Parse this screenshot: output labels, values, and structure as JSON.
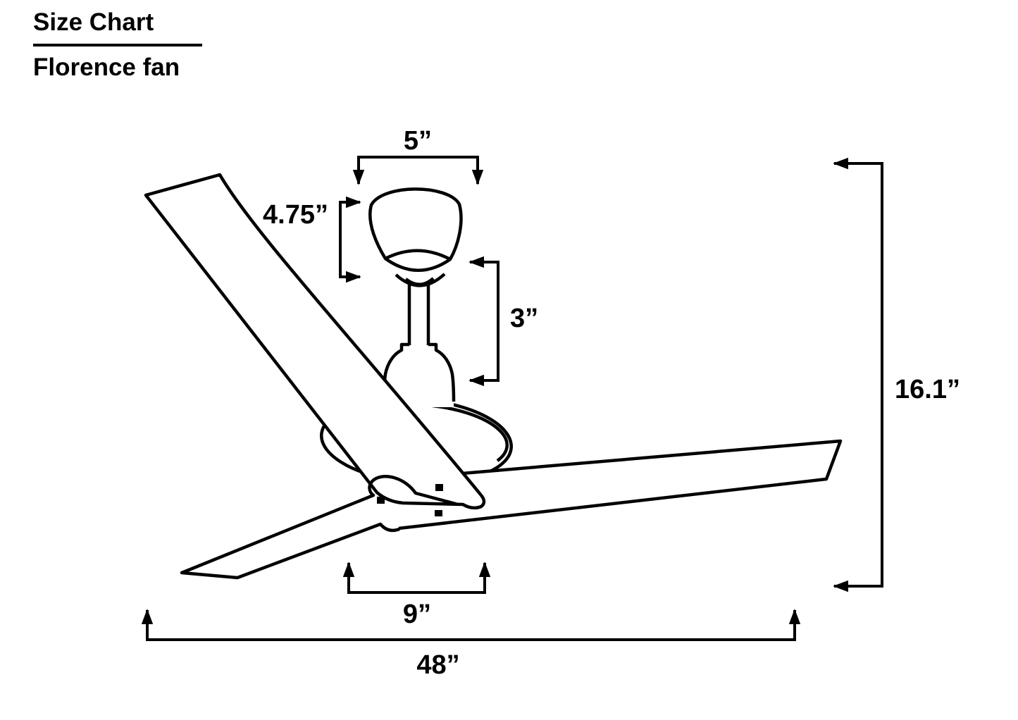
{
  "title": {
    "heading": "Size Chart",
    "subheading": "Florence fan"
  },
  "diagram": {
    "type": "ceiling-fan-size-diagram",
    "blade_count": 3
  },
  "dimensions": {
    "canopy_width": "5”",
    "canopy_height": "4.75”",
    "downrod_length": "3”",
    "overall_height": "16.1”",
    "motor_housing_width": "9”",
    "blade_sweep": "48”"
  },
  "colors": {
    "line": "#000000",
    "background": "#ffffff"
  }
}
